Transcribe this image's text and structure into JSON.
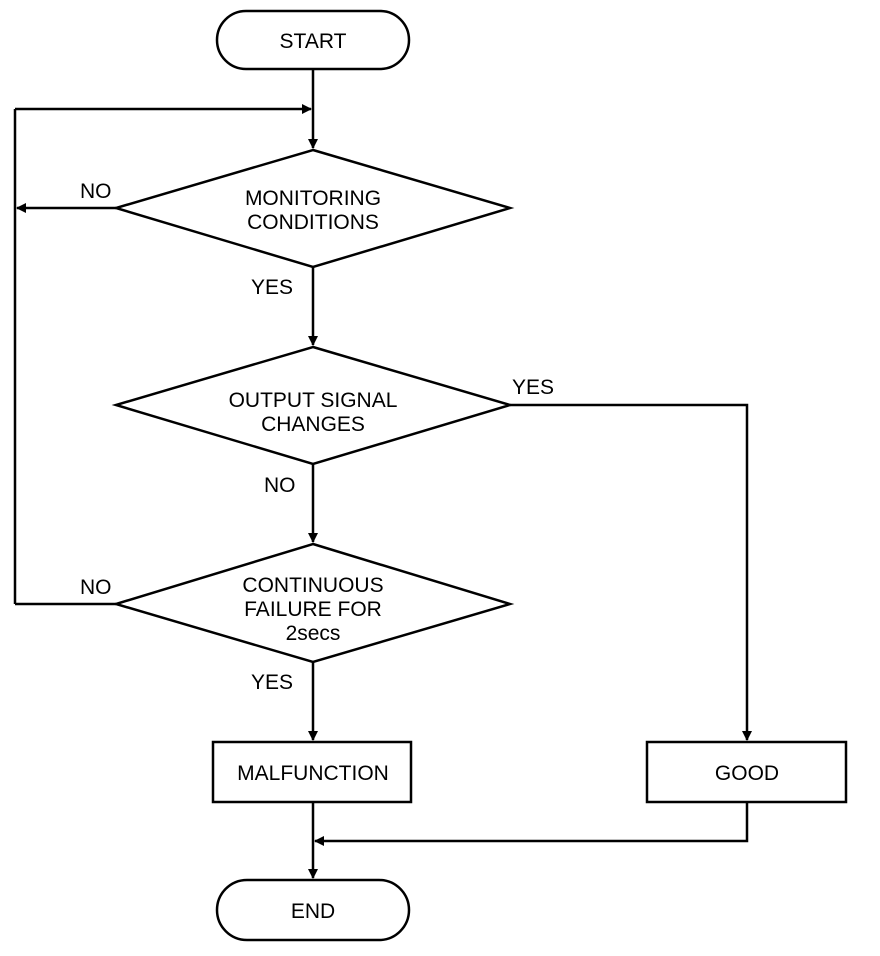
{
  "start": {
    "label": "START"
  },
  "decision1": {
    "line1": "MONITORING",
    "line2": "CONDITIONS"
  },
  "decision2": {
    "line1": "OUTPUT SIGNAL",
    "line2": "CHANGES"
  },
  "decision3": {
    "line1": "CONTINUOUS",
    "line2": "FAILURE FOR",
    "line3": "2secs"
  },
  "malfunction": {
    "label": "MALFUNCTION"
  },
  "good": {
    "label": "GOOD"
  },
  "end": {
    "label": "END"
  },
  "branches": {
    "d1_no": "NO",
    "d1_yes": "YES",
    "d2_yes": "YES",
    "d2_no": "NO",
    "d3_no": "NO",
    "d3_yes": "YES"
  }
}
